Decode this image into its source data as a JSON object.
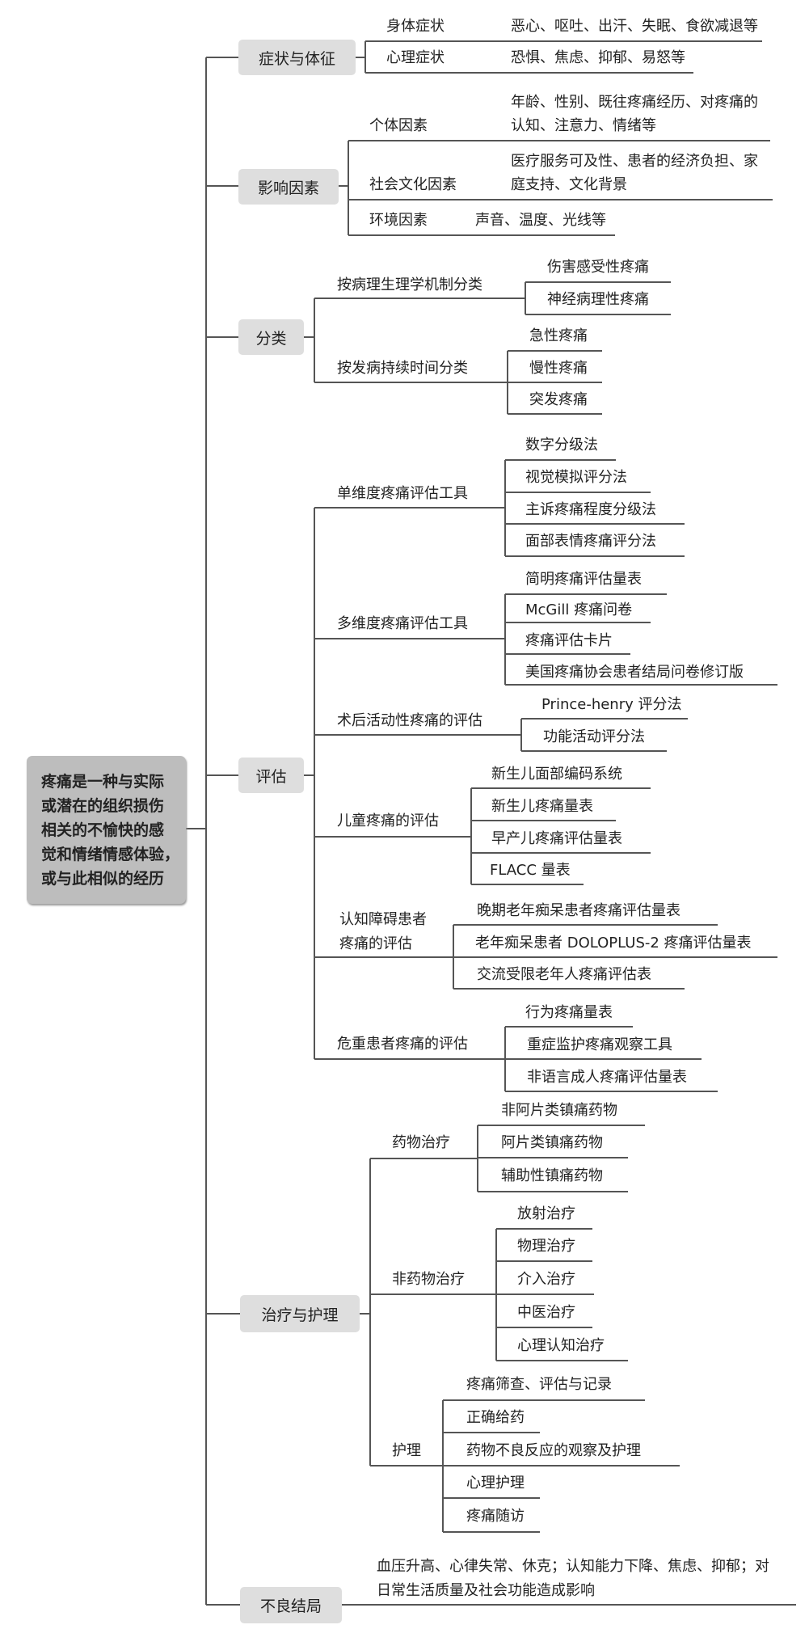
{
  "root": {
    "lines": [
      "疼痛是一种与实际",
      "或潜在的组织损伤",
      "相关的不愉快的感",
      "觉和情绪情感体验，",
      "或与此相似的经历"
    ]
  },
  "branches": {
    "symptoms": {
      "label": "症状与体征",
      "items": [
        {
          "label": "身体症状",
          "detail": "恶心、呕吐、出汗、失眠、食欲减退等"
        },
        {
          "label": "心理症状",
          "detail": "恐惧、焦虑、抑郁、易怒等"
        }
      ]
    },
    "factors": {
      "label": "影响因素",
      "items": [
        {
          "label": "个体因素",
          "detail": [
            "年龄、性别、既往疼痛经历、对疼痛的",
            "认知、注意力、情绪等"
          ]
        },
        {
          "label": "社会文化因素",
          "detail": [
            "医疗服务可及性、患者的经济负担、家",
            "庭支持、文化背景"
          ]
        },
        {
          "label": "环境因素",
          "detail": "声音、温度、光线等"
        }
      ]
    },
    "classification": {
      "label": "分类",
      "groups": [
        {
          "label": "按病理生理学机制分类",
          "items": [
            "伤害感受性疼痛",
            "神经病理性疼痛"
          ]
        },
        {
          "label": "按发病持续时间分类",
          "items": [
            "急性疼痛",
            "慢性疼痛",
            "突发疼痛"
          ]
        }
      ]
    },
    "assessment": {
      "label": "评估",
      "groups": [
        {
          "label": "单维度疼痛评估工具",
          "items": [
            "数字分级法",
            "视觉模拟评分法",
            "主诉疼痛程度分级法",
            "面部表情疼痛评分法"
          ]
        },
        {
          "label": "多维度疼痛评估工具",
          "items": [
            "简明疼痛评估量表",
            "McGill 疼痛问卷",
            "疼痛评估卡片",
            "美国疼痛协会患者结局问卷修订版"
          ]
        },
        {
          "label": "术后活动性疼痛的评估",
          "items": [
            "Prince-henry 评分法",
            "功能活动评分法"
          ]
        },
        {
          "label": "儿童疼痛的评估",
          "items": [
            "新生儿面部编码系统",
            "新生儿疼痛量表",
            "早产儿疼痛评估量表",
            "FLACC 量表"
          ]
        },
        {
          "label": [
            "认知障碍患者",
            "疼痛的评估"
          ],
          "items": [
            "晚期老年痴呆患者疼痛评估量表",
            "老年痴呆患者 DOLOPLUS-2 疼痛评估量表",
            "交流受限老年人疼痛评估表"
          ]
        },
        {
          "label": "危重患者疼痛的评估",
          "items": [
            "行为疼痛量表",
            "重症监护疼痛观察工具",
            "非语言成人疼痛评估量表"
          ]
        }
      ]
    },
    "treatment": {
      "label": "治疗与护理",
      "groups": [
        {
          "label": "药物治疗",
          "items": [
            "非阿片类镇痛药物",
            "阿片类镇痛药物",
            "辅助性镇痛药物"
          ]
        },
        {
          "label": "非药物治疗",
          "items": [
            "放射治疗",
            "物理治疗",
            "介入治疗",
            "中医治疗",
            "心理认知治疗"
          ]
        },
        {
          "label": "护理",
          "items": [
            "疼痛筛查、评估与记录",
            "正确给药",
            "药物不良反应的观察及护理",
            "心理护理",
            "疼痛随访"
          ]
        }
      ]
    },
    "outcomes": {
      "label": "不良结局",
      "detail": [
        "血压升高、心律失常、休克；认知能力下降、焦虑、抑郁；对",
        "日常生活质量及社会功能造成影响"
      ]
    }
  }
}
